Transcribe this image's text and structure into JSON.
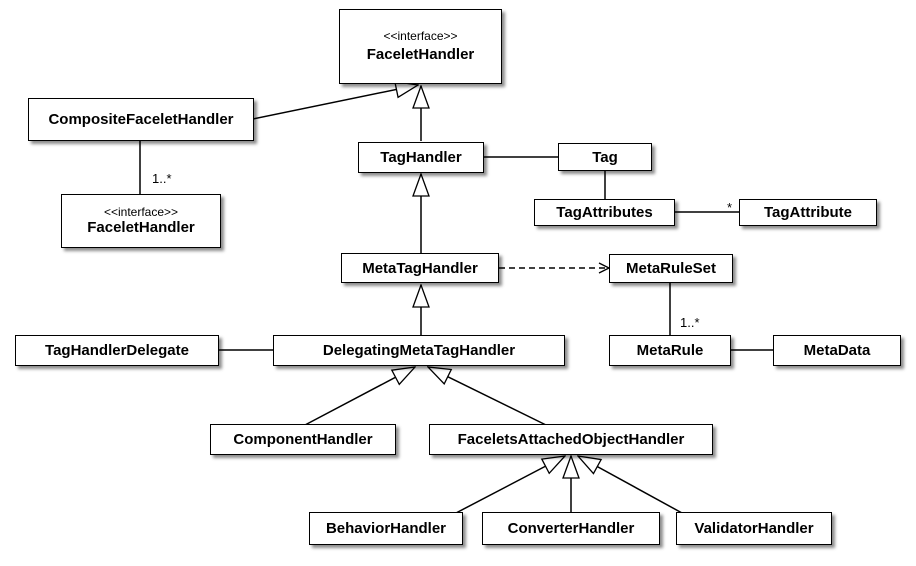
{
  "nodes": {
    "faceletHandlerTop": {
      "stereotype": "<<interface>>",
      "label": "FaceletHandler"
    },
    "compositeFaceletHandler": {
      "label": "CompositeFaceletHandler"
    },
    "faceletHandlerSmall": {
      "stereotype": "<<interface>>",
      "label": "FaceletHandler"
    },
    "tagHandler": {
      "label": "TagHandler"
    },
    "tag": {
      "label": "Tag"
    },
    "tagAttributes": {
      "label": "TagAttributes"
    },
    "tagAttribute": {
      "label": "TagAttribute"
    },
    "metaTagHandler": {
      "label": "MetaTagHandler"
    },
    "metaRuleSet": {
      "label": "MetaRuleSet"
    },
    "tagHandlerDelegate": {
      "label": "TagHandlerDelegate"
    },
    "delegatingMetaTagHandler": {
      "label": "DelegatingMetaTagHandler"
    },
    "metaRule": {
      "label": "MetaRule"
    },
    "metaData": {
      "label": "MetaData"
    },
    "componentHandler": {
      "label": "ComponentHandler"
    },
    "faceletsAttachedObjectHandler": {
      "label": "FaceletsAttachedObjectHandler"
    },
    "behaviorHandler": {
      "label": "BehaviorHandler"
    },
    "converterHandler": {
      "label": "ConverterHandler"
    },
    "validatorHandler": {
      "label": "ValidatorHandler"
    }
  },
  "multiplicities": {
    "composite_children": "1..*",
    "tag_attribute": "*",
    "meta_rules": "1..*"
  }
}
